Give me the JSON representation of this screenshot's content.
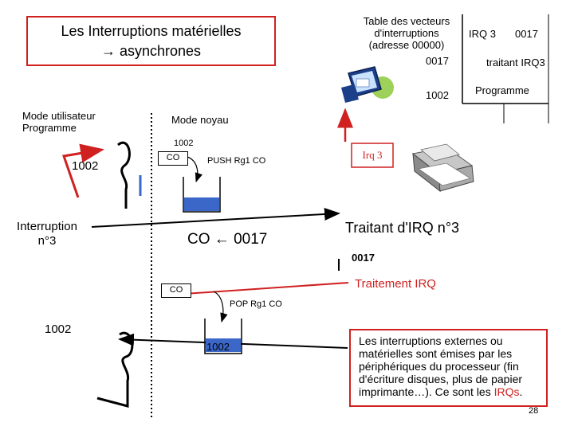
{
  "title": {
    "line1": "Les Interruptions matérielles",
    "line2": "asynchrones",
    "arrow_glyph": "→"
  },
  "vector_table": {
    "line1": "Table des vecteurs",
    "line2": "d'interruptions",
    "line3": "(adresse 00000)",
    "entry_value": "0017",
    "address": "1002"
  },
  "irq_table": {
    "irq_label": "IRQ 3",
    "irq_value": "0017",
    "handler": "traitant IRQ3",
    "program": "Programme"
  },
  "user_mode": {
    "line1": "Mode utilisateur",
    "line2": "Programme"
  },
  "kernel_mode": "Mode noyau",
  "stack_push": {
    "address": "1002",
    "co_label": "CO",
    "instruction": "PUSH Rg1 CO"
  },
  "irq3_label": "Irq 3",
  "left_address_top": "1002",
  "interruption": {
    "line1": "Interruption",
    "line2": "n°3"
  },
  "co_assign": {
    "text": "CO",
    "arrow": "←",
    "value": "0017"
  },
  "handler_title": "Traitant d'IRQ n°3",
  "handler_address": "0017",
  "handler_body": "Traitement IRQ",
  "stack_pop": {
    "co_label": "CO",
    "instruction": "POP Rg1 CO",
    "stack_value": "1002"
  },
  "left_address_bottom": "1002",
  "info": {
    "text_main": "Les interruptions externes ou matérielles sont émises par les périphériques du processeur (fin d'écriture disques, plus de papier imprimante…). Ce sont les ",
    "text_highlight": "IRQs",
    "text_end": "."
  },
  "page_number": "28",
  "colors": {
    "accent_red": "#d02020",
    "stack_blue": "#3a67c8",
    "divider": "#000000"
  }
}
